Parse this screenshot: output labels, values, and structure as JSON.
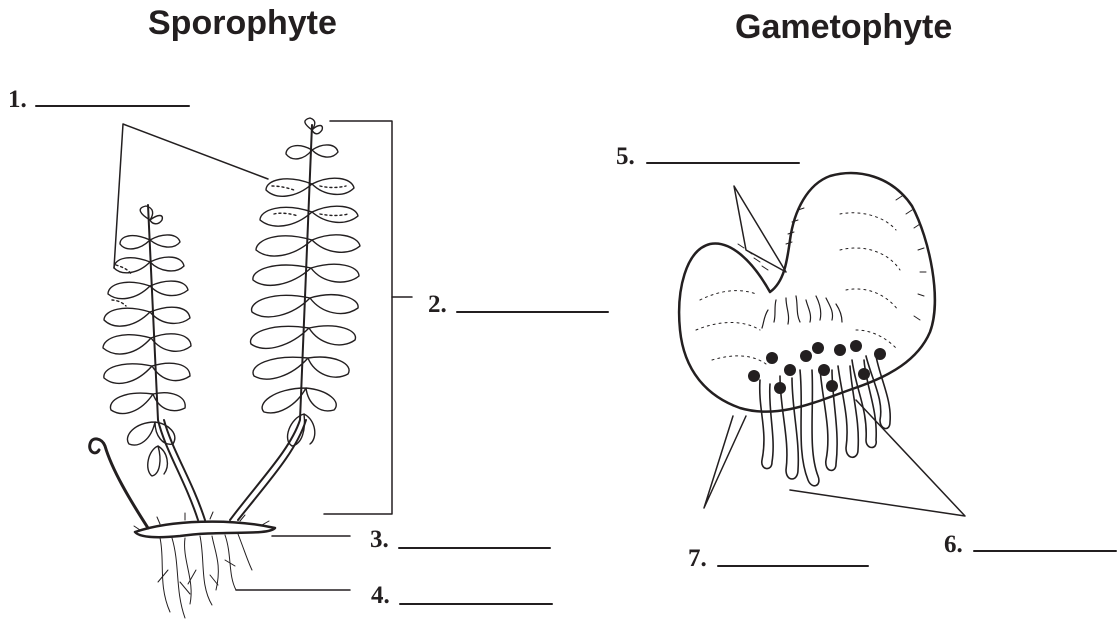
{
  "headings": {
    "sporophyte": "Sporophyte",
    "gametophyte": "Gametophyte"
  },
  "labels": [
    {
      "id": "label-1",
      "number": "1."
    },
    {
      "id": "label-2",
      "number": "2."
    },
    {
      "id": "label-3",
      "number": "3."
    },
    {
      "id": "label-4",
      "number": "4."
    },
    {
      "id": "label-5",
      "number": "5."
    },
    {
      "id": "label-6",
      "number": "6."
    },
    {
      "id": "label-7",
      "number": "7."
    }
  ]
}
